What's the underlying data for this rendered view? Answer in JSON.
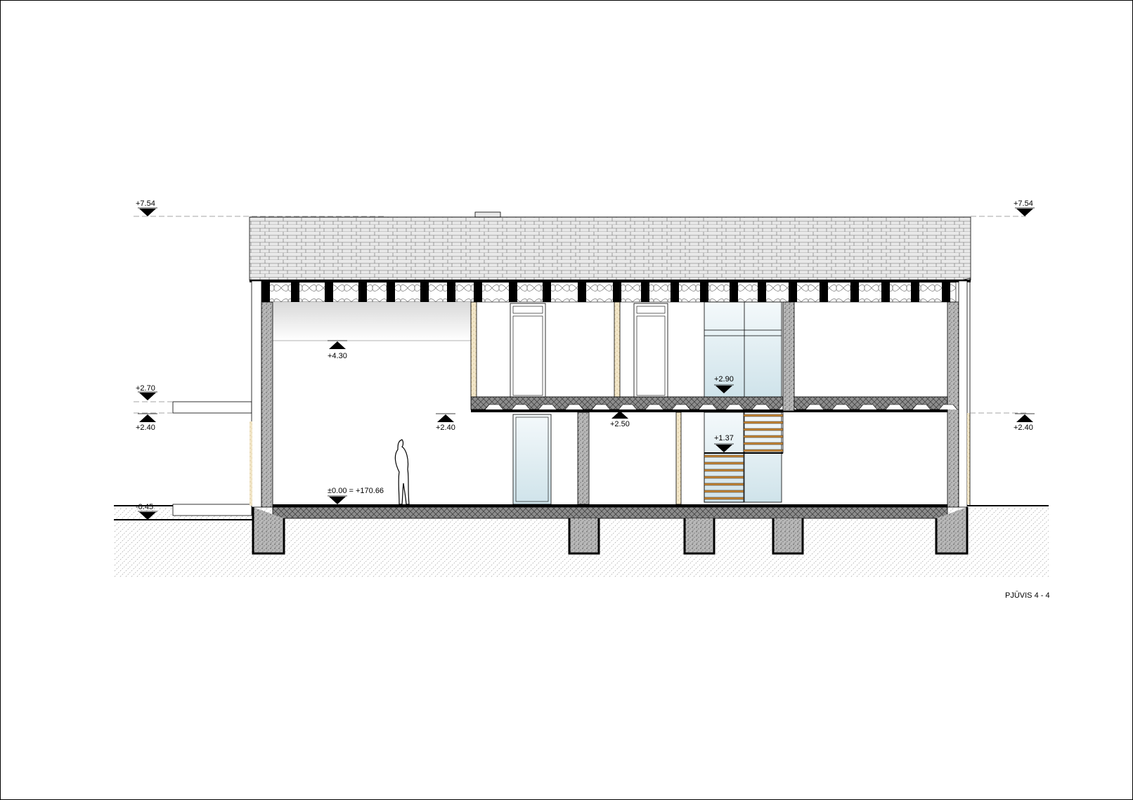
{
  "drawing": {
    "title": "PJŪVIS 4 - 4"
  },
  "levels": {
    "roof_top_left": "+7.54",
    "roof_top_right": "+7.54",
    "canopy_top_left": "+2.70",
    "canopy_bottom_left": "+2.40",
    "right_2_40": "+2.40",
    "hall_2_40": "+2.40",
    "hall_ceiling": "+4.30",
    "slab_bottom": "+2.50",
    "upper_floor": "+2.90",
    "stair_landing": "+1.37",
    "ground_outside": "-0.45",
    "zero_level": "±0.00 = +170.66"
  },
  "colors": {
    "concrete": "#8c8c8c",
    "wall_outline": "#000000",
    "glass": "#dbeaf0",
    "stair": "#c98a3a",
    "ground_hatch": "#9a9a9a",
    "roof_tile": "#e9e9e9"
  }
}
